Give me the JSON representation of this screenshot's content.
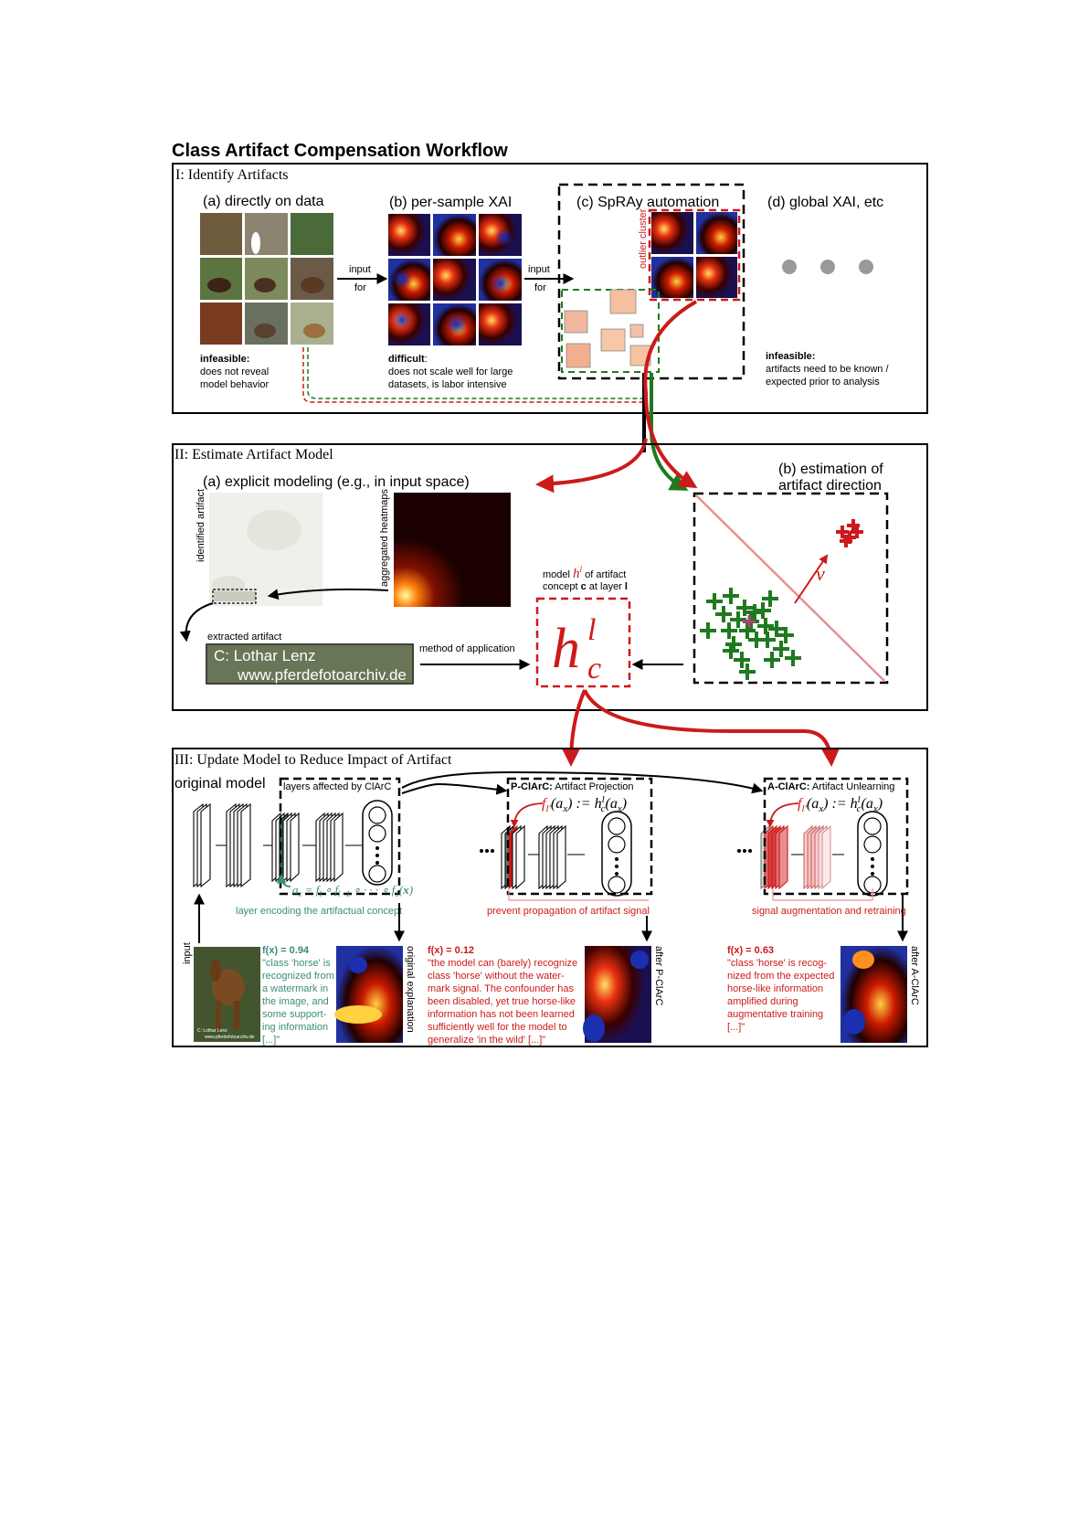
{
  "title": "Class Artifact Compensation Workflow",
  "section1": {
    "heading": "I: Identify Artifacts",
    "a": {
      "label": "(a) directly on data",
      "verdict": "infeasible:",
      "lines": [
        "does not reveal",
        "model behavior"
      ]
    },
    "b": {
      "label": "(b) per-sample XAI",
      "verdict": "difficult",
      "verdict_tail": ":",
      "lines": [
        "does not scale well for large",
        "datasets, is labor intensive"
      ]
    },
    "c": {
      "label": "(c) SpRAy automation",
      "outlier": "outlier cluster"
    },
    "d": {
      "label": "(d) global XAI, etc",
      "verdict": "infeasible:",
      "lines": [
        "artifacts need to be known /",
        "expected prior to analysis"
      ]
    },
    "arrow1": {
      "top": "input",
      "bottom": "for"
    },
    "arrow2": {
      "top": "input",
      "bottom": "for"
    }
  },
  "section2": {
    "heading": "II: Estimate Artifact Model",
    "a_label": "(a) explicit modeling (e.g., in input space)",
    "identified_artifact": "identified artifact",
    "aggregated_heatmaps": "aggregated heatmaps",
    "extracted_artifact": "extracted artifact",
    "watermark_line1": "C:  Lothar Lenz",
    "watermark_line2": "www.pferdefotoarchiv.de",
    "method_of_application": "method of application",
    "model_caption_1a": "model ",
    "model_caption_1b": " of artifact",
    "model_caption_2a": "concept ",
    "model_caption_2b": " at layer ",
    "model_c": "c",
    "model_l": "l",
    "b_label_1": "(b) estimation of",
    "b_label_2": "artifact direction",
    "v_label": "v"
  },
  "section3": {
    "heading": "III: Update Model to Reduce Impact of Artifact",
    "original_model": "original model",
    "layers_affected": "layers affected by ClArC",
    "pclarc_bold": "P-ClArC:",
    "pclarc_rest": " Artifact Projection",
    "aclarc_bold": "A-ClArC:",
    "aclarc_rest": " Artifact Unlearning",
    "layer_encoding": "layer encoding the artifactual concept",
    "prevent": "prevent propagation of artifact signal",
    "signal_aug": "signal augmentation and retraining",
    "input_label": "input",
    "original_explanation": "original explanation",
    "after_p": "after P-ClArC",
    "after_a": "after A-ClArC",
    "f1": {
      "score": "f(x) = 0.94",
      "lines": [
        "\"class 'horse' is",
        "recognized from",
        "a watermark in",
        "the image, and",
        "some support-",
        "ing information",
        "[...]\""
      ]
    },
    "f2": {
      "score": "f(x) = 0.12",
      "lines": [
        "\"the model can (barely) recognize",
        "class 'horse' without the water-",
        "mark signal. The confounder has",
        "been disabled, yet true horse-like",
        "information has not been learned",
        "sufficiently well for the model to",
        "generalize 'in the wild' [...]\""
      ]
    },
    "f3": {
      "score": "f(x) = 0.63",
      "lines": [
        "\"class 'horse' is recog-",
        "nized from the expected",
        "horse-like information",
        "amplified during",
        "augmentative training",
        "[...]\""
      ]
    },
    "photo_caption_1": "C:  Lothar Lenz",
    "photo_caption_2": "www.pferdefotoarchiv.de"
  },
  "colors": {
    "red": "#cc1a1a",
    "green": "#1f7a1f",
    "teal": "#3a8c7a",
    "black": "#000000"
  }
}
